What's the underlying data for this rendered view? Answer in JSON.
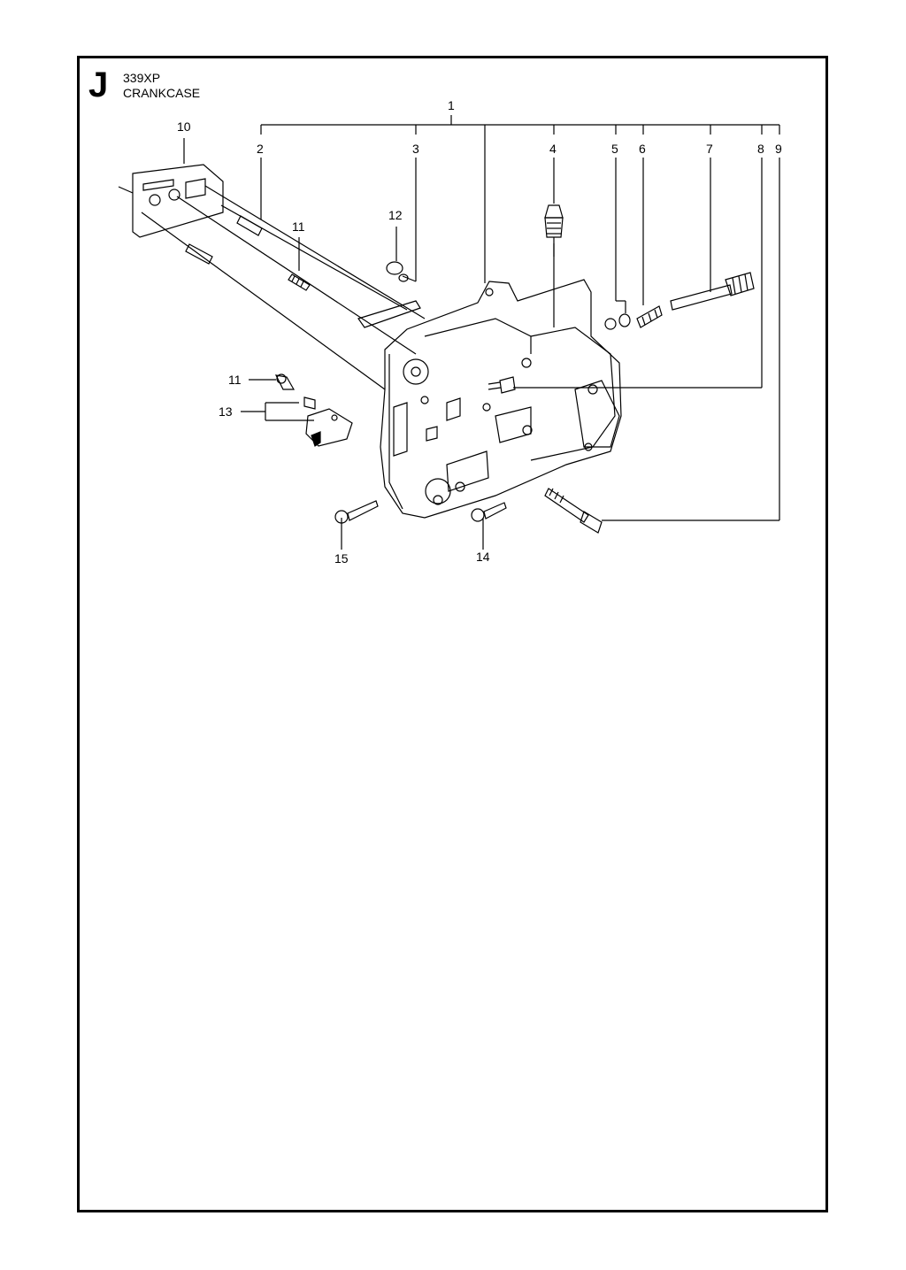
{
  "header": {
    "section_letter": "J",
    "model": "339XP",
    "title": "CRANKCASE"
  },
  "callouts": {
    "c1": "1",
    "c2": "2",
    "c3": "3",
    "c4": "4",
    "c5": "5",
    "c6": "6",
    "c7": "7",
    "c8": "8",
    "c9": "9",
    "c10": "10",
    "c11a": "11",
    "c11b": "11",
    "c12": "12",
    "c13": "13",
    "c14": "14",
    "c15": "15"
  }
}
